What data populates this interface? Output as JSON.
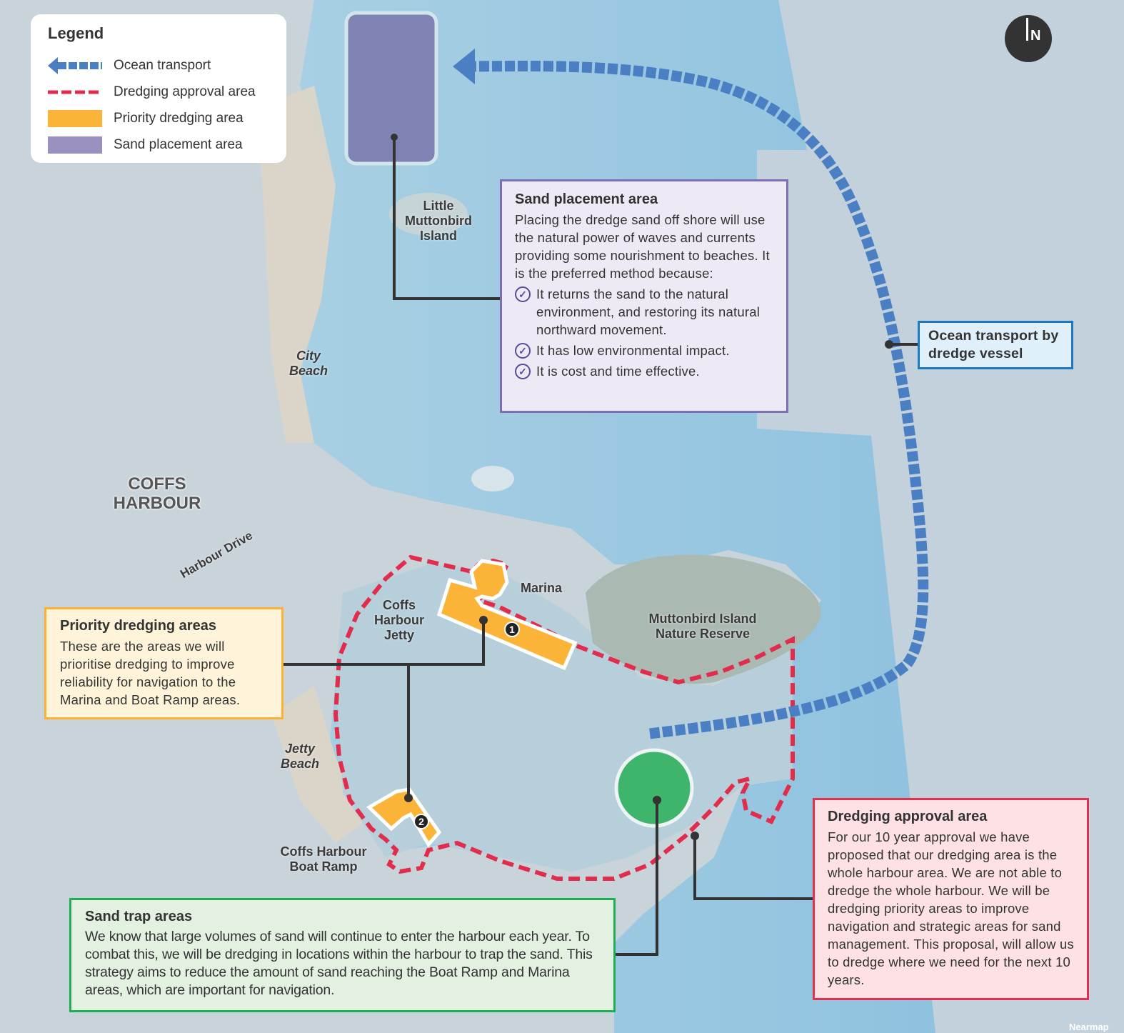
{
  "legend": {
    "title": "Legend",
    "items": [
      {
        "label": "Ocean transport",
        "icon": "blue-dashed-arrow-icon",
        "color": "#4a7fc4"
      },
      {
        "label": "Dredging approval area",
        "icon": "red-dashed-line-icon",
        "color": "#e22c4c"
      },
      {
        "label": "Priority dredging area",
        "icon": "orange-swatch-icon",
        "color": "#fbb437"
      },
      {
        "label": "Sand placement area",
        "icon": "purple-swatch-icon",
        "color": "#9a91c0"
      }
    ]
  },
  "north_arrow": {
    "label": "N"
  },
  "place_labels": {
    "little_muttonbird": "Little Muttonbird Island",
    "city_beach": "City Beach",
    "coffs_harbour": "COFFS HARBOUR",
    "harbour_drive": "Harbour Drive",
    "marina": "Marina",
    "jetty": "Coffs Harbour Jetty",
    "muttonbird_reserve": "Muttonbird Island Nature Reserve",
    "jetty_beach": "Jetty Beach",
    "boat_ramp": "Coffs Harbour Boat Ramp"
  },
  "markers": {
    "priority_1": "1",
    "priority_2": "2"
  },
  "callouts": {
    "sand_placement": {
      "title": "Sand placement area",
      "body": "Placing the dredge sand off shore will use the natural power of waves and currents providing some nourishment to beaches. It is the preferred method because:",
      "bullets": [
        "It returns the sand to the natural environment, and restoring its natural northward movement.",
        "It has low environmental impact.",
        "It is cost and time effective."
      ]
    },
    "ocean_transport": {
      "title": "Ocean transport by dredge vessel"
    },
    "priority_dredging": {
      "title": "Priority dredging areas",
      "body": "These are the areas we will prioritise dredging to improve reliability for navigation to the Marina and Boat Ramp areas."
    },
    "sand_trap": {
      "title": "Sand trap areas",
      "body": "We know that large volumes of sand will continue to enter the harbour each year. To combat this, we will be dredging in locations within the harbour to trap the sand. This strategy aims to reduce the amount of sand reaching the Boat Ramp and Marina areas, which are important for navigation."
    },
    "dredging_approval": {
      "title": "Dredging approval area",
      "body": "For our 10 year approval we have proposed that our dredging area is the whole harbour area. We are not able to dredge the whole harbour. We will be dredging priority areas to improve navigation and strategic areas for sand management. This proposal, will allow us to dredge where we need for the next 10 years."
    }
  },
  "credit": "Nearmap",
  "colors": {
    "ocean_transport": "#4a7fc4",
    "approval": "#e22c4c",
    "priority": "#fbb437",
    "sand_placement": "#7f83b3",
    "sand_trap": "#3fb56b"
  }
}
